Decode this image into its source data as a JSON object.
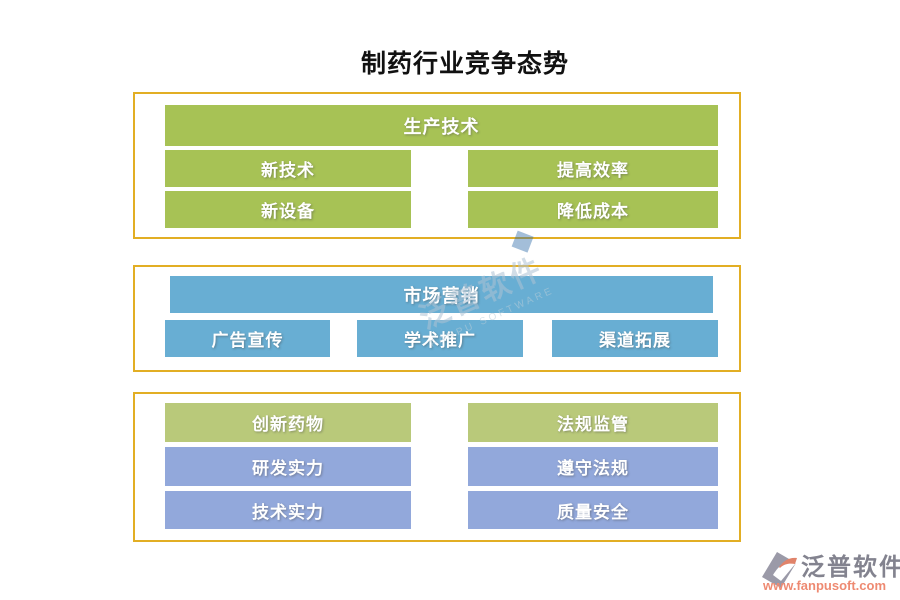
{
  "title": "制药行业竞争态势",
  "colors": {
    "green": "#a7c255",
    "light_green": "#b9c97a",
    "blue": "#68aed3",
    "periwinkle": "#92a8db",
    "box_border_gold": "#e2ae24",
    "node_text": "#ffffff",
    "logo_gray": "#83838f",
    "logo_url_salmon": "#ee8a72"
  },
  "sections": [
    {
      "header": "生产技术",
      "items": [
        {
          "label": "新技术"
        },
        {
          "label": "提高效率"
        },
        {
          "label": "新设备"
        },
        {
          "label": "降低成本"
        }
      ]
    },
    {
      "header": "市场营销",
      "items": [
        {
          "label": "广告宣传"
        },
        {
          "label": "学术推广"
        },
        {
          "label": "渠道拓展"
        }
      ]
    },
    {
      "columns": [
        {
          "header": "创新药物",
          "items": [
            {
              "label": "研发实力"
            },
            {
              "label": "技术实力"
            }
          ]
        },
        {
          "header": "法规监管",
          "items": [
            {
              "label": "遵守法规"
            },
            {
              "label": "质量安全"
            }
          ]
        }
      ]
    }
  ],
  "watermark": {
    "brand": "泛普软件",
    "subtitle": "FANPU SOFTWARE"
  },
  "footer": {
    "brand": "泛普软件",
    "url": "www.fanpusoft.com"
  }
}
